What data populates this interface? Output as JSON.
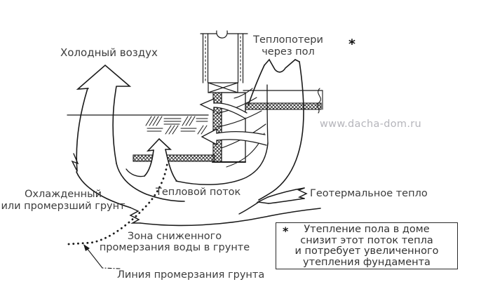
{
  "labels": {
    "cold_air": "Холодный воздух",
    "heat_loss": {
      "line1": "Теплопотери",
      "line2": "через пол"
    },
    "asterisk": "*",
    "watermark": "www.dacha-dom.ru",
    "cooled_ground": {
      "line1": "Охлажденный",
      "line2": "или промерзший грунт"
    },
    "heat_flow": "Тепловой поток",
    "geothermal": "Геотермальное тепло",
    "freeze_zone": {
      "line1": "Зона сниженного",
      "line2": "промерзания воды в грунте"
    },
    "frost_line": "Линия промерзания грунта",
    "note": {
      "marker": "*",
      "line1": "Утепление пола в доме",
      "line2": "снизит этот поток тепла",
      "line3": "и потребует увеличенного",
      "line4": "утепления фундамента"
    }
  },
  "colors": {
    "line": "#1a1a1a",
    "text": "#3d3d3d",
    "watermark": "#b5b5bb",
    "background": "#ffffff"
  }
}
